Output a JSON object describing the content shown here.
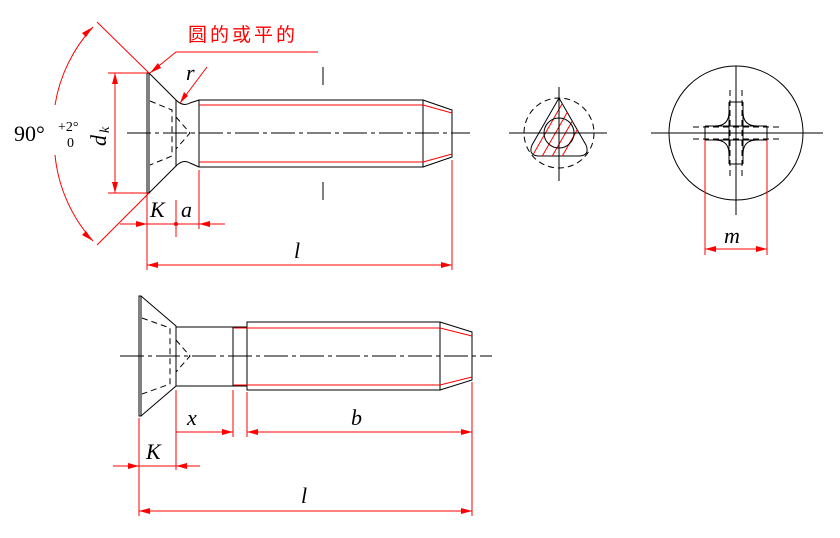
{
  "note": "圆的或平的",
  "labels": {
    "angle": "90°",
    "tol_upper": "+2°",
    "tol_lower": "0",
    "dk_main": "d",
    "dk_sub": "k",
    "r": "r",
    "K": "K",
    "a": "a",
    "l": "l",
    "m": "m",
    "x": "x",
    "b": "b"
  },
  "colors": {
    "dimension": "#ff0000",
    "outline": "#000000"
  }
}
